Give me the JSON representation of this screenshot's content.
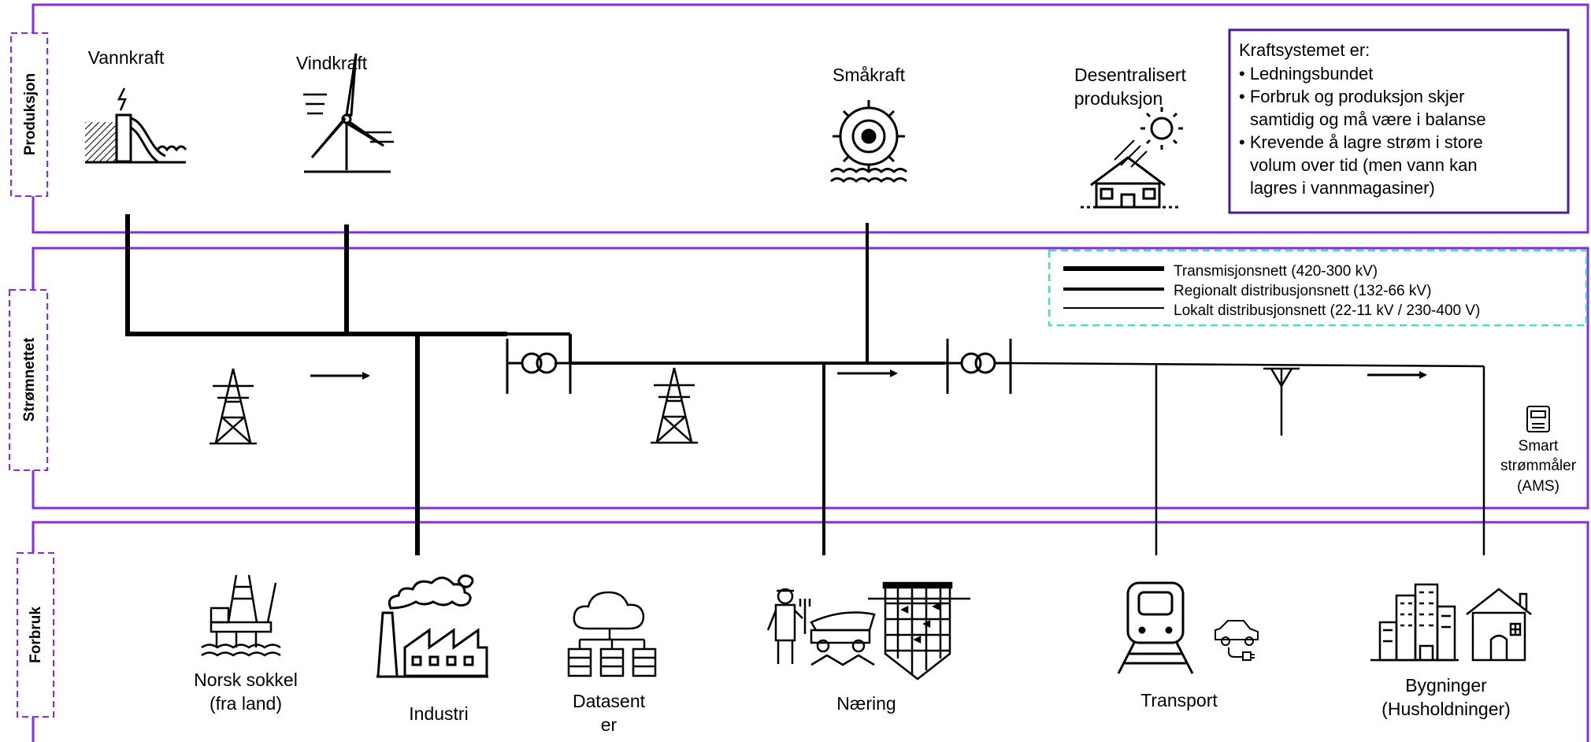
{
  "sections": {
    "production": "Produksjon",
    "grid": "Strømnettet",
    "consumption": "Forbruk"
  },
  "production": {
    "hydro": "Vannkraft",
    "wind": "Vindkraft",
    "small_hydro": "Småkraft",
    "decentral_line1": "Desentralisert",
    "decentral_line2": "produksjon"
  },
  "infobox": {
    "title": "Kraftsystemet er:",
    "line1": "• Ledningsbundet",
    "line2": "• Forbruk og produksjon skjer",
    "line3": "samtidig og må være i balanse",
    "line4": "• Krevende å lagre strøm i store",
    "line5": "volum over tid (men vann kan",
    "line6": "lagres i vannmagasiner)"
  },
  "legend": {
    "transmission": "Transmisjonsnett (420-300 kV)",
    "regional": "Regionalt distribusjonsnett (132-66 kV)",
    "local": "Lokalt distribusjonsnett (22-11 kV / 230-400 V)"
  },
  "smart_meter": {
    "line1": "Smart",
    "line2": "strømmåler",
    "line3": "(AMS)"
  },
  "consumers": {
    "offshore_line1": "Norsk sokkel",
    "offshore_line2": "(fra land)",
    "industry": "Industri",
    "datacenter_line1": "Datasent",
    "datacenter_line2": "er",
    "business": "Næring",
    "transport": "Transport",
    "buildings_line1": "Bygninger",
    "buildings_line2": "(Husholdninger)"
  },
  "colors": {
    "section_border": "#8a2be2",
    "infobox_border": "#4b1d8f",
    "legend_border": "#40e0c0",
    "line": "#000000"
  }
}
